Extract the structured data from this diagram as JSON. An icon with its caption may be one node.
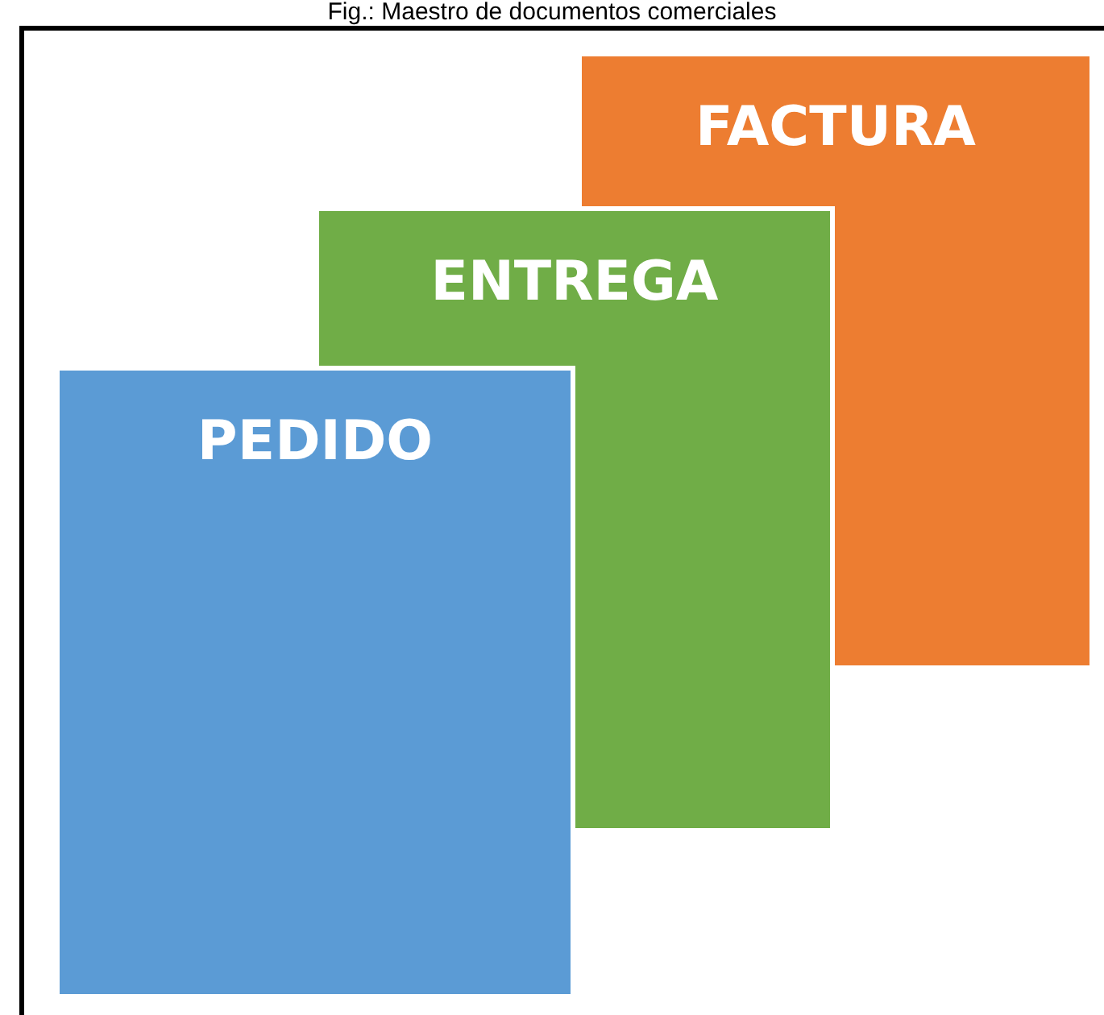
{
  "diagram": {
    "title": "Fig.: Maestro de documentos comerciales",
    "nodes": [
      {
        "text": [
          "FACTURA"
        ]
      },
      {
        "text": [
          "ENTREGA"
        ]
      },
      {
        "text": [
          "PEDIDO"
        ]
      }
    ]
  }
}
